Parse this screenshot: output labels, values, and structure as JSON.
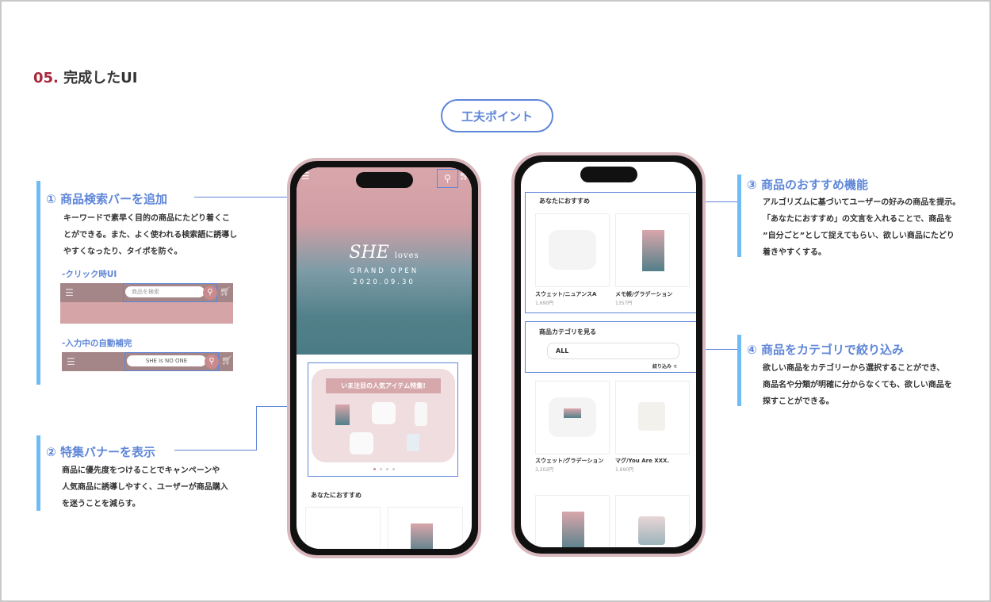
{
  "header": {
    "number": "05.",
    "title": "完成したUI"
  },
  "badge": "工夫ポイント",
  "points": [
    {
      "num": "①",
      "title": "商品検索バーを追加",
      "lines": [
        "キーワードで素早く目的の商品にたどり着くこ",
        "とができる。また、よく使われる検索語に誘導し",
        "やすくなったり、タイポを防ぐ。"
      ],
      "sub1": "-クリック時UI",
      "search_placeholder": "商品を検索",
      "sub2": "-入力中の自動補完",
      "search_value": "SHE is NO ONE"
    },
    {
      "num": "②",
      "title": "特集バナーを表示",
      "lines": [
        "商品に優先度をつけることでキャンペーンや",
        "人気商品に誘導しやすく、ユーザーが商品購入",
        "を迷うことを減らす。"
      ]
    },
    {
      "num": "③",
      "title": "商品のおすすめ機能",
      "lines": [
        "アルゴリズムに基づいてユーザーの好みの商品を提示。",
        "「あなたにおすすめ」の文言を入れることで、商品を",
        "”自分ごと”として捉えてもらい、欲しい商品にたどり",
        "着きやすくする。"
      ]
    },
    {
      "num": "④",
      "title": "商品をカテゴリで絞り込み",
      "lines": [
        "欲しい商品をカテゴリーから選択することができ、",
        "商品名や分類が明確に分からなくても、欲しい商品を",
        "探すことができる。"
      ]
    }
  ],
  "phone1": {
    "brand": "SHE",
    "brand_suffix": "loves",
    "hero_line1": "GRAND OPEN",
    "hero_line2": "2020.09.30",
    "banner_title": "いま注目の人気アイテム特集!",
    "banner_pages": 4,
    "banner_active": 1,
    "rec_title": "あなたにおすすめ"
  },
  "phone2": {
    "rec_title": "あなたにおすすめ",
    "rec_items": [
      {
        "name": "スウェット/ニュアンスA",
        "price": "1,690円"
      },
      {
        "name": "メモ帳/グラデーション",
        "price": "1357円"
      }
    ],
    "category_title": "商品カテゴリを見る",
    "category_value": "ALL",
    "filter_label": "絞り込み",
    "items": [
      {
        "name": "スウェット/グラデーション",
        "price": "3,202円"
      },
      {
        "name": "マグ/You Are XXX.",
        "price": "1,690円"
      }
    ]
  }
}
